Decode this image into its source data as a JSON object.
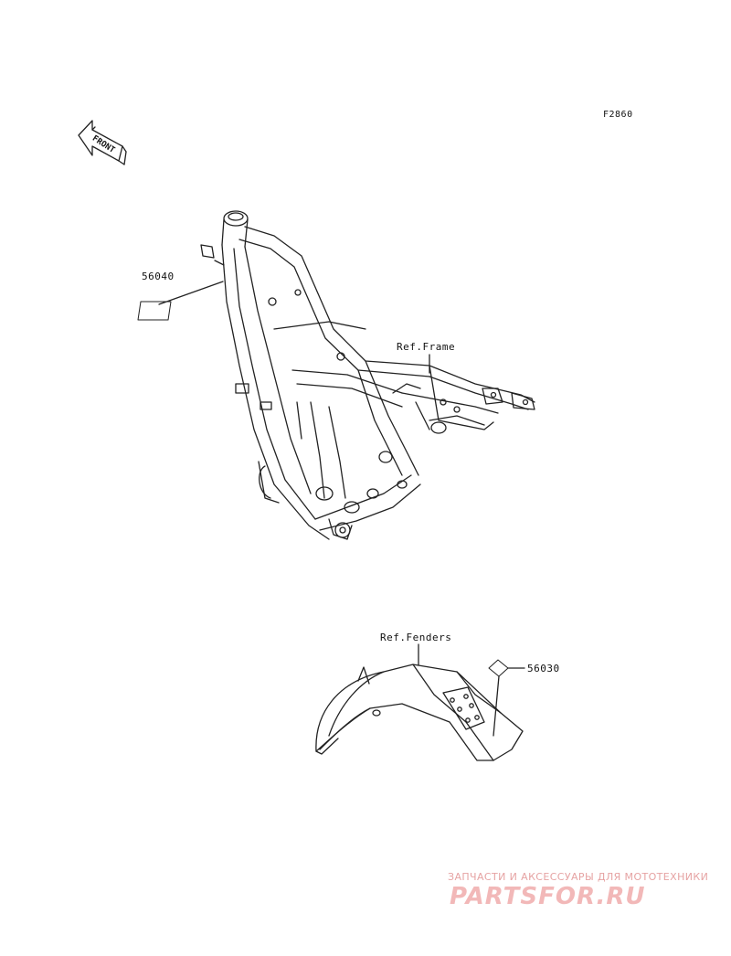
{
  "figure_code": "F2860",
  "front_arrow_label": "FRONT",
  "parts": [
    {
      "number": "56040"
    },
    {
      "number": "56030"
    }
  ],
  "references": {
    "frame": "Ref.Frame",
    "fenders": "Ref.Fenders"
  },
  "watermark": {
    "tagline": "ЗАПЧАСТИ И АКСЕССУАРЫ ДЛЯ МОТОТЕХНИКИ",
    "logo": "PARTSFOR.RU"
  },
  "colors": {
    "line": "#222222",
    "watermark": "#e8a0a0"
  }
}
